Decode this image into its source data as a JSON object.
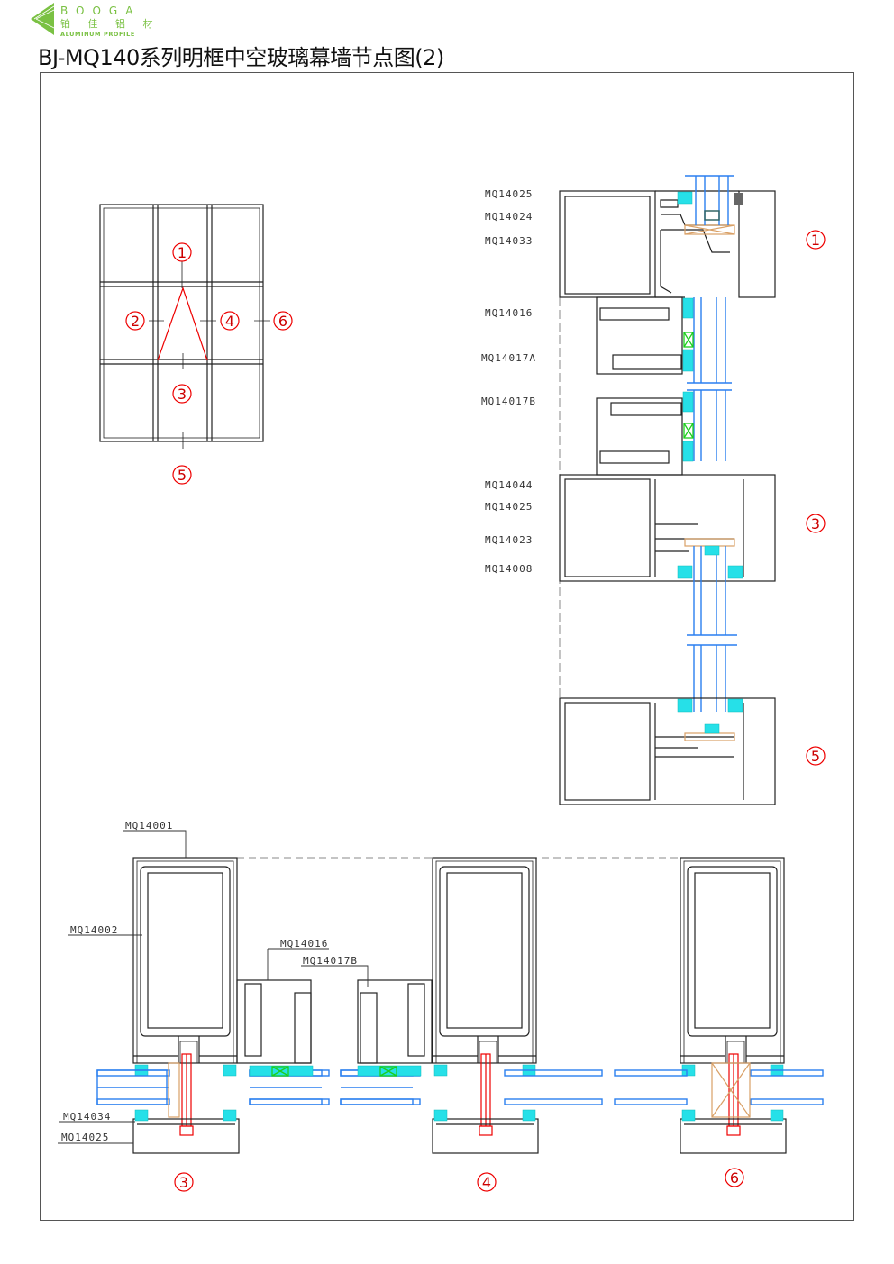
{
  "logo": {
    "brand": "BOOGA",
    "chinese": "铂 佳 铝 材",
    "subtitle": "ALUMINUM PROFILE",
    "color": "#7ac143"
  },
  "title": "BJ-MQ140系列明框中空玻璃幕墙节点图(2)",
  "elevation_key": {
    "markers": [
      "1",
      "2",
      "4",
      "6",
      "3",
      "5"
    ]
  },
  "vertical_section": {
    "labels": [
      "MQ14025",
      "MQ14024",
      "MQ14033",
      "MQ14016",
      "MQ14017A",
      "MQ14017B",
      "MQ14044",
      "MQ14025",
      "MQ14023",
      "MQ14008"
    ],
    "markers": [
      "1",
      "3",
      "5"
    ]
  },
  "horizontal_section": {
    "labels": {
      "a": "MQ14001",
      "b": "MQ14002",
      "c": "MQ14016",
      "d": "MQ14017B",
      "e": "MQ14034",
      "f": "MQ14025"
    },
    "markers": [
      "3",
      "4",
      "6"
    ]
  },
  "colors": {
    "glass": "#2a7ff0",
    "gasket": "#26e0e8",
    "spacer": "#1ccf1c",
    "marker": "#cc0000"
  }
}
